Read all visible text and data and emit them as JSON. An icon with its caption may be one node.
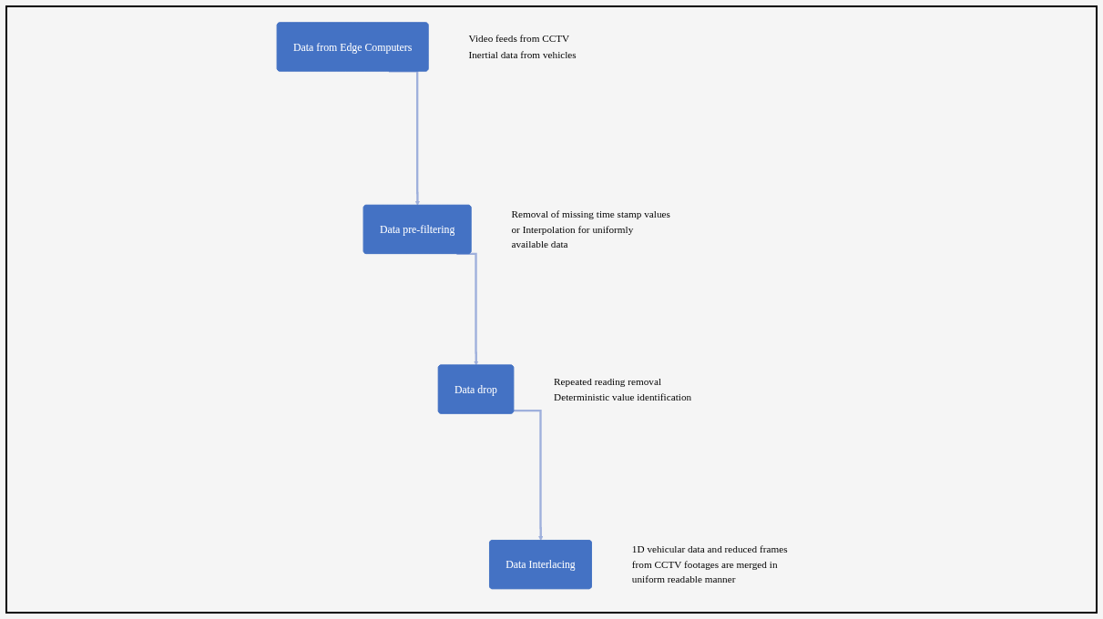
{
  "diagram": {
    "nodes": [
      {
        "text": [
          "Data from Edge Computers"
        ],
        "beside": [
          "Video feeds from CCTV",
          "Inertial data from vehicles"
        ]
      },
      {
        "text": [
          "Data pre-filtering"
        ],
        "beside": [
          "Removal of missing time stamp values or Interpolation for uniformly available data"
        ]
      },
      {
        "text": [
          "Data drop"
        ],
        "beside": [
          "Repeated reading removal",
          "Deterministic value identification"
        ]
      },
      {
        "text": [
          "Data Interlacing"
        ],
        "beside": [
          "1D vehicular data and reduced frames from CCTV footages are merged in uniform readable manner"
        ]
      }
    ],
    "edges": [
      {
        "from": 0,
        "to": 1,
        "arrow": "to"
      },
      {
        "from": 1,
        "to": 2,
        "arrow": "to"
      },
      {
        "from": 2,
        "to": 3,
        "arrow": "to"
      }
    ]
  }
}
